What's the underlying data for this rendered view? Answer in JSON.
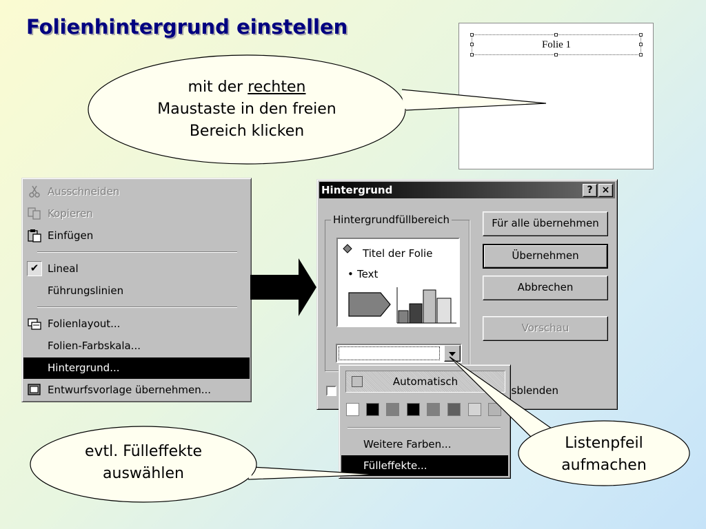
{
  "slide": {
    "title": "Folienhintergrund einstellen",
    "preview_text": "Folie 1"
  },
  "callouts": {
    "right_click": {
      "line1_before": "mit der",
      "line1_underlined": "rechten",
      "line2": "Maustaste in den freien",
      "line3": "Bereich klicken"
    },
    "fill_effects": {
      "line1": "evtl. Fülleffekte",
      "line2": "auswählen"
    },
    "list_arrow": {
      "line1": "Listenpfeil",
      "line2": "aufmachen"
    }
  },
  "context_menu": {
    "items": [
      {
        "label": "Ausschneiden",
        "icon": "scissors-icon",
        "state": "disabled"
      },
      {
        "label": "Kopieren",
        "icon": "copy-icon",
        "state": "disabled"
      },
      {
        "label": "Einfügen",
        "icon": "paste-icon",
        "state": "normal"
      },
      {
        "label": "Lineal",
        "icon": "checkmark-icon",
        "state": "checked"
      },
      {
        "label": "Führungslinien",
        "icon": "",
        "state": "normal"
      },
      {
        "label": "Folienlayout...",
        "icon": "slide-layout-icon",
        "state": "normal"
      },
      {
        "label": "Folien-Farbskala...",
        "icon": "",
        "state": "normal"
      },
      {
        "label": "Hintergrund...",
        "icon": "",
        "state": "selected"
      },
      {
        "label": "Entwurfsvorlage übernehmen...",
        "icon": "design-template-icon",
        "state": "normal"
      }
    ]
  },
  "dialog": {
    "title": "Hintergrund",
    "help_button": "?",
    "close_button": "×",
    "group_label": "Hintergrundfüllbereich",
    "sample": {
      "title_text": "Titel der Folie",
      "bullet": "•",
      "body_text": "Text"
    },
    "buttons": {
      "apply_all": "Für alle übernehmen",
      "apply": "Übernehmen",
      "cancel": "Abbrechen",
      "preview": "Vorschau"
    },
    "checkbox_label_tail": "usblenden"
  },
  "color_dropdown": {
    "automatic_label": "Automatisch",
    "swatches": [
      "#ffffff",
      "#000000",
      "#808080",
      "#000000",
      "#808080",
      "#606060",
      "#d4d4d4",
      "#b4b4b4"
    ],
    "more_colors": "Weitere Farben...",
    "fill_effects": "Fülleffekte..."
  }
}
